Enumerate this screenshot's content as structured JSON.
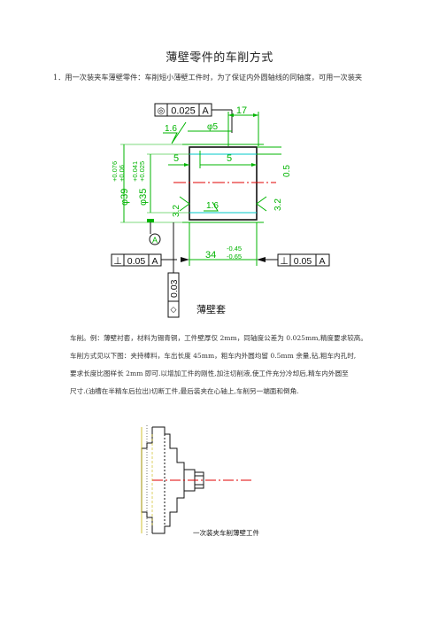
{
  "title": "薄壁零件的车削方式",
  "intro": "1．用一次装夹车薄壁零件：车削短小薄壁工件时，为了保证内外圆轴线的同轴度，可用一次装夹",
  "figure1": {
    "caption": "薄壁套",
    "fcf_top": {
      "symbol": "◎",
      "tol": "0.025",
      "datum": "A"
    },
    "dim_17": "17",
    "dim_phi5": "φ5",
    "rough_16a": "1.6",
    "rough_16b": "1.6",
    "rough_32a": "3.2",
    "rough_32b": "3.2",
    "dim_5a": "5",
    "dim_5b": "5",
    "dim_05": "0.5",
    "dim_phi39": "φ39",
    "dim_phi39_up": "+0.076",
    "dim_phi39_lo": "+0.06",
    "dim_phi35": "φ35",
    "dim_phi35_up": "+0.041",
    "dim_phi35_lo": "+0.025",
    "datum_A": "A",
    "fcf_left": {
      "symbol": "⊥",
      "tol": "0.05",
      "datum": "A"
    },
    "fcf_right": {
      "symbol": "⊥",
      "tol": "0.05",
      "datum": "A"
    },
    "dim_34": "34",
    "dim_34_up": "-0.45",
    "dim_34_lo": "-0.65",
    "fcf_flat": {
      "symbol": "◇",
      "tol": "0.03"
    }
  },
  "paragraph": [
    "车削。例：薄壁衬套，材料为锡青铜，工件壁厚仅 2mm，同轴度公差为 0.025mm,精度要求较高。",
    "车削方式见以下图：夹持棒料，车出长度 45mm，粗车内外圆均留 0.5mm 余量,钻,粗车内孔时,",
    "要求长度比图样长 2mm 即可.以增加工件的刚性,加注切削液,使工件充分冷却后,精车内外圆至",
    "尺寸.(油槽在半精车后拉出)切断工件,最后装夹在心轴上,车削另一端面和倒角."
  ],
  "figure2": {
    "caption": "一次装夹车削薄壁工件"
  },
  "colors": {
    "green": "#00b400",
    "cyan": "#00c8c8",
    "red": "#e00000",
    "yellow": "#c8b400",
    "black": "#111111"
  }
}
